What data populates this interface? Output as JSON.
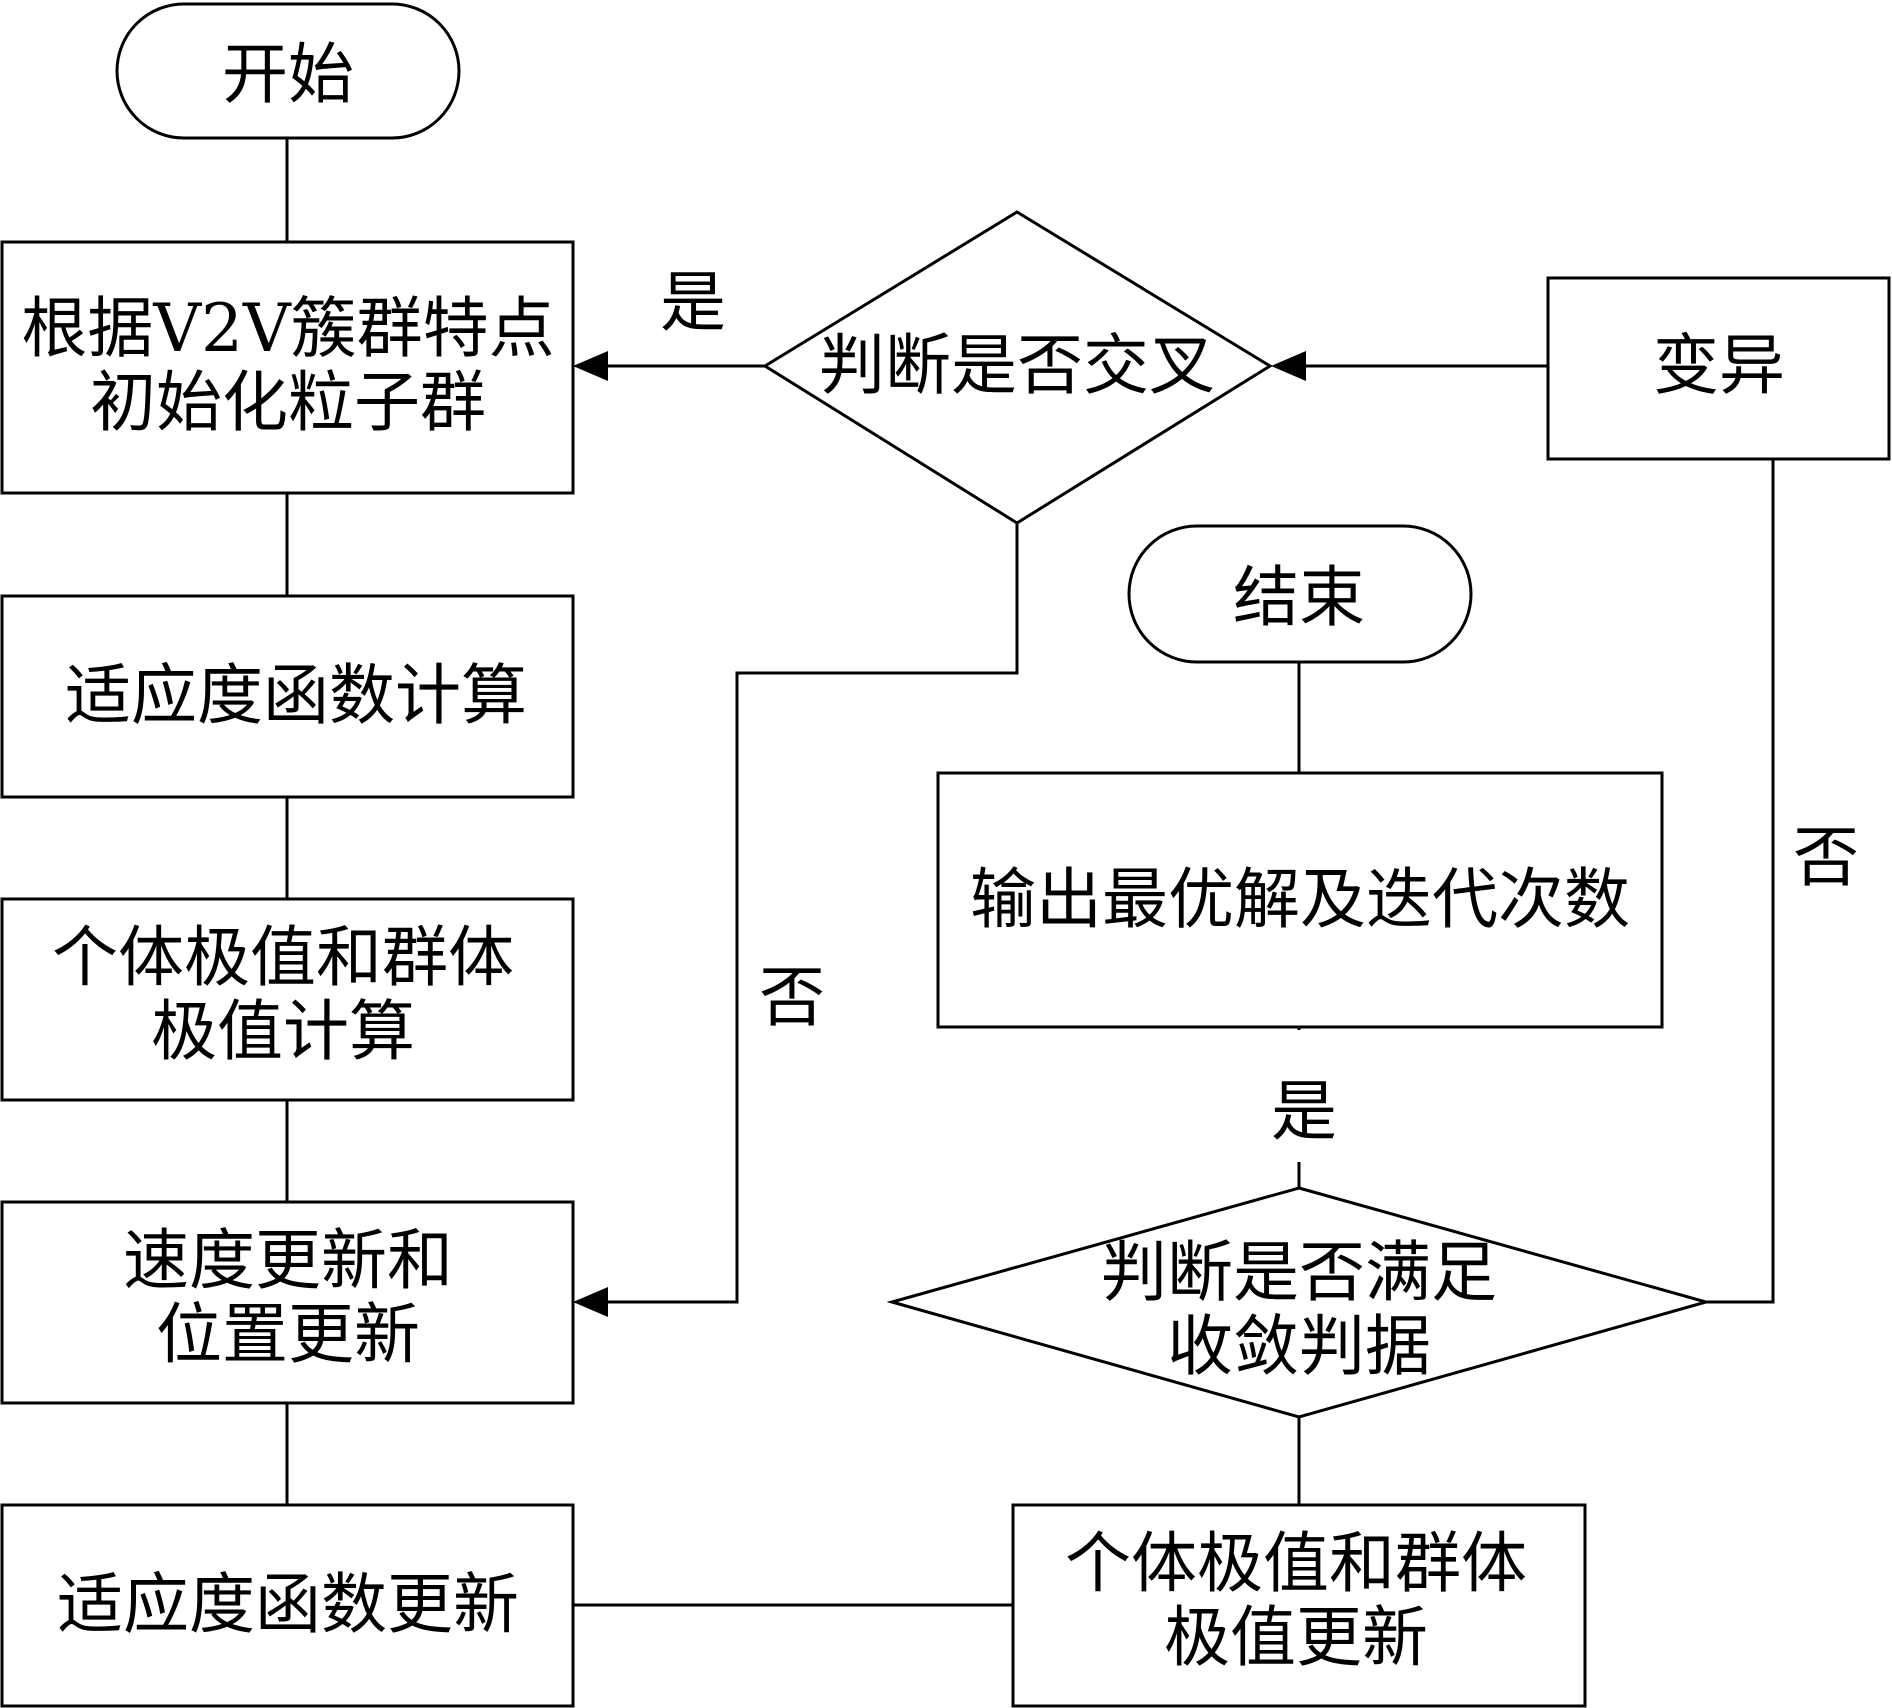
{
  "nodes": {
    "start": [
      "开始"
    ],
    "init": [
      "根据V2V簇群特点",
      "初始化粒子群"
    ],
    "fitness_calc": [
      "适应度函数计算"
    ],
    "extremum_calc": [
      "个体极值和群体",
      "极值计算"
    ],
    "velocity_update": [
      "速度更新和",
      "位置更新"
    ],
    "fitness_update": [
      "适应度函数更新"
    ],
    "extremum_update": [
      "个体极值和群体",
      "极值更新"
    ],
    "converge_check": [
      "判断是否满足",
      "收敛判据"
    ],
    "output": [
      "输出最优解及迭代次数"
    ],
    "end": [
      "结束"
    ],
    "crossover_check": [
      "判断是否交叉"
    ],
    "mutation": [
      "变异"
    ]
  },
  "edge_labels": {
    "crossover_yes": "是",
    "crossover_no": "否",
    "converge_yes": "是",
    "converge_no": "否"
  }
}
